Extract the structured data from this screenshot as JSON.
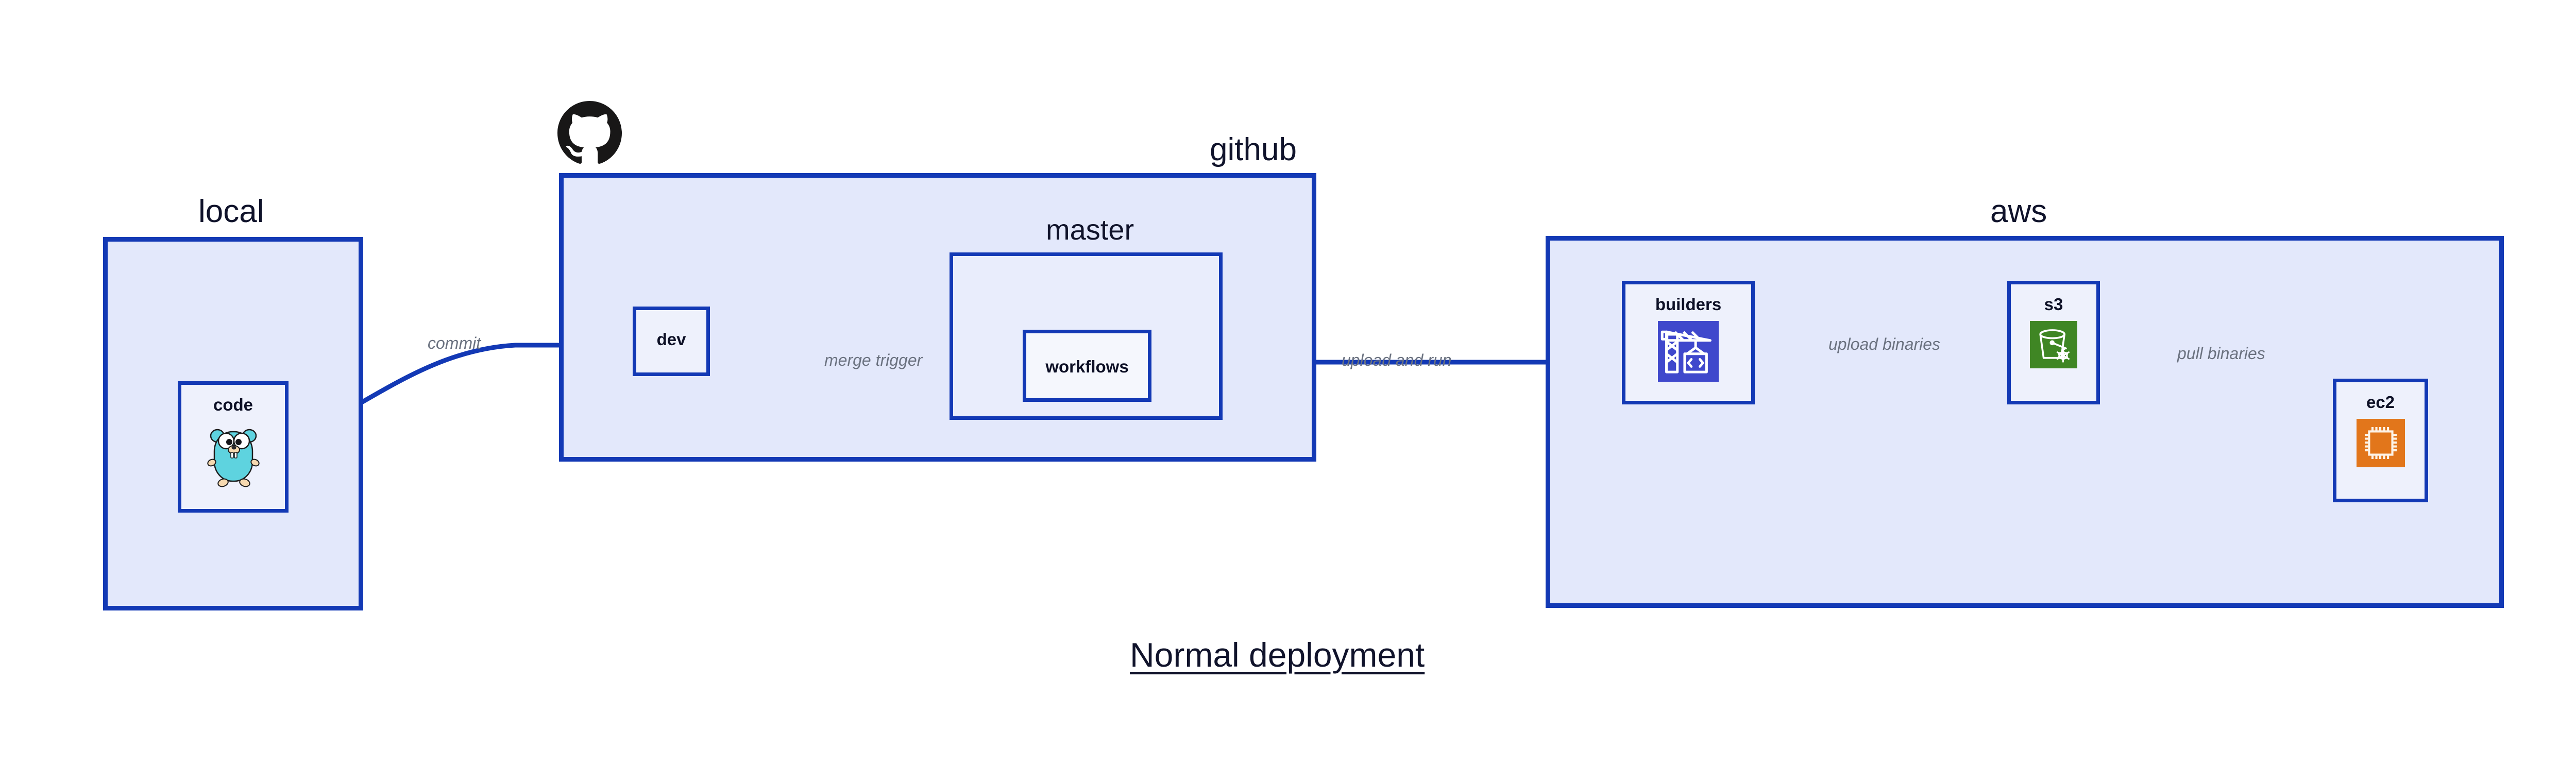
{
  "diagram": {
    "title": "Normal deployment",
    "background": "#ffffff",
    "accent_border": "#1339b5",
    "cluster_fill": "#e3e8fb",
    "node_fill": "#eef1fc",
    "label_color": "#6b7280"
  },
  "clusters": [
    {
      "id": "local",
      "label": "local"
    },
    {
      "id": "github",
      "label": "github"
    },
    {
      "id": "master",
      "label": "master"
    },
    {
      "id": "aws",
      "label": "aws"
    }
  ],
  "nodes": [
    {
      "id": "code",
      "label": "code",
      "icon": "go-gopher-icon",
      "icon_color": "#5ed3df"
    },
    {
      "id": "dev",
      "label": "dev",
      "icon": "none",
      "icon_color": ""
    },
    {
      "id": "workflows",
      "label": "workflows",
      "icon": "none",
      "icon_color": ""
    },
    {
      "id": "builders",
      "label": "builders",
      "icon": "aws-codebuild-icon",
      "icon_color": "#3f48cc"
    },
    {
      "id": "s3",
      "label": "s3",
      "icon": "aws-s3-glacier-icon",
      "icon_color": "#3f8624"
    },
    {
      "id": "ec2",
      "label": "ec2",
      "icon": "aws-ec2-icon",
      "icon_color": "#e2761b"
    }
  ],
  "edges": [
    {
      "id": "commit",
      "label": "commit",
      "from": "code",
      "to": "dev"
    },
    {
      "id": "merge-trigger",
      "label": "merge trigger",
      "from": "dev",
      "to": "workflows"
    },
    {
      "id": "upload-and-run",
      "label": "upload and run",
      "from": "workflows",
      "to": "builders"
    },
    {
      "id": "upload-binaries",
      "label": "upload binaries",
      "from": "builders",
      "to": "s3"
    },
    {
      "id": "pull-binaries",
      "label": "pull binaries",
      "from": "s3",
      "to": "ec2"
    }
  ],
  "logos": [
    {
      "id": "github-octocat",
      "name": "github-octocat-icon",
      "color": "#181717"
    }
  ]
}
